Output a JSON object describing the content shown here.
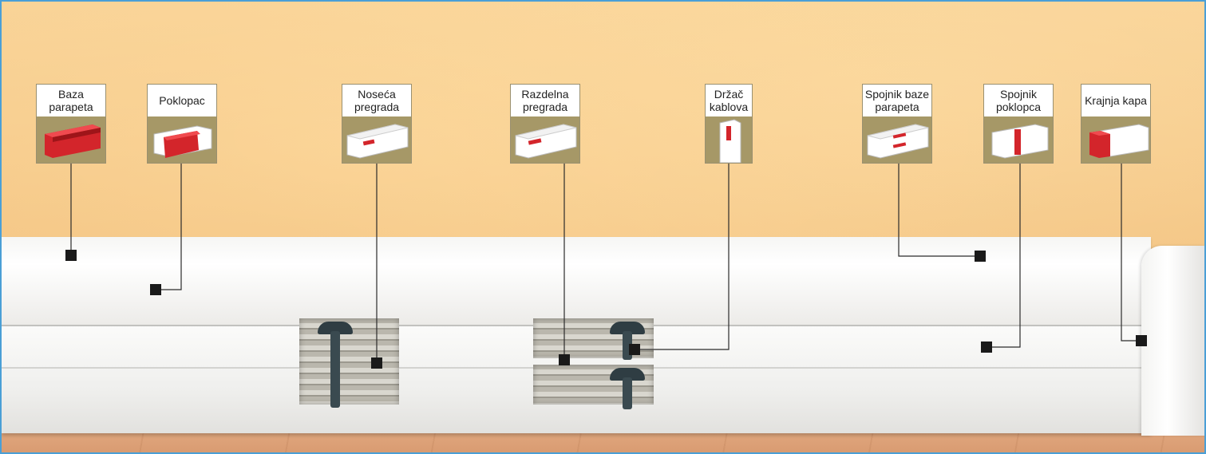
{
  "labels": [
    {
      "id": "baza",
      "text": "Baza parapeta",
      "icon": "duct-base-icon"
    },
    {
      "id": "poklopac",
      "text": "Poklopac",
      "icon": "cover-icon"
    },
    {
      "id": "noseca",
      "text": "Noseća pregrada",
      "icon": "support-partition-icon"
    },
    {
      "id": "razdelna",
      "text": "Razdelna pregrada",
      "icon": "dividing-partition-icon"
    },
    {
      "id": "drzac",
      "text": "Držač kablova",
      "icon": "cable-holder-icon"
    },
    {
      "id": "spojnik-baze",
      "text": "Spojnik baze parapeta",
      "icon": "base-joint-icon"
    },
    {
      "id": "spojnik-poklopca",
      "text": "Spojnik poklopca",
      "icon": "cover-joint-icon"
    },
    {
      "id": "krajnja",
      "text": "Krajnja kapa",
      "icon": "end-cap-icon"
    }
  ],
  "colors": {
    "label_image_bg": "#a69867",
    "accent_red": "#d3252b",
    "marker": "#1a1a1a",
    "frame": "#4a9fd6"
  }
}
